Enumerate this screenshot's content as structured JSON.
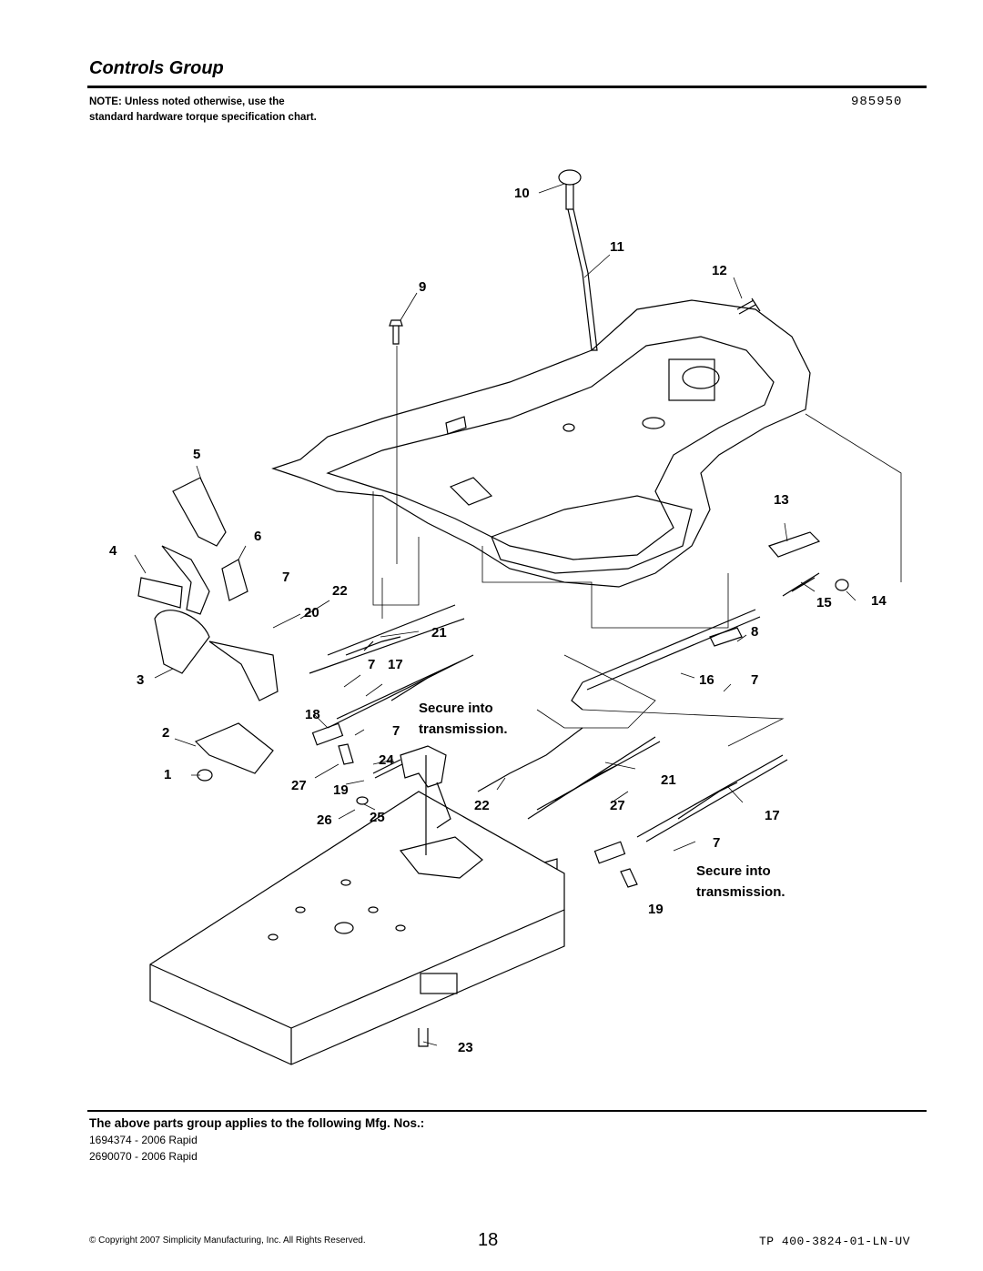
{
  "header": {
    "title": "Controls Group",
    "note": "NOTE: Unless noted otherwise, use the standard hardware torque specification chart.",
    "drawing_number": "985950"
  },
  "callouts": [
    "10",
    "11",
    "12",
    "9",
    "5",
    "6",
    "4",
    "7",
    "22",
    "20",
    "21",
    "3",
    "7",
    "17",
    "2",
    "18",
    "7",
    "1",
    "27",
    "19",
    "24",
    "26",
    "25",
    "22",
    "27",
    "21",
    "17",
    "7",
    "19",
    "23",
    "13",
    "15",
    "14",
    "8",
    "16",
    "7"
  ],
  "notes": {
    "secure_top_line1": "Secure into",
    "secure_top_line2": "transmission.",
    "secure_bottom_line1": "Secure into",
    "secure_bottom_line2": "transmission."
  },
  "footer": {
    "applies_heading": "The above parts group applies to the following Mfg. Nos.:",
    "mfg_numbers": [
      "1694374 - 2006 Rapid",
      "2690070 - 2006 Rapid"
    ],
    "copyright": "© Copyright 2007 Simplicity Manufacturing, Inc. All Rights Reserved.",
    "page_number": "18",
    "doc_number": "TP 400-3824-01-LN-UV"
  }
}
